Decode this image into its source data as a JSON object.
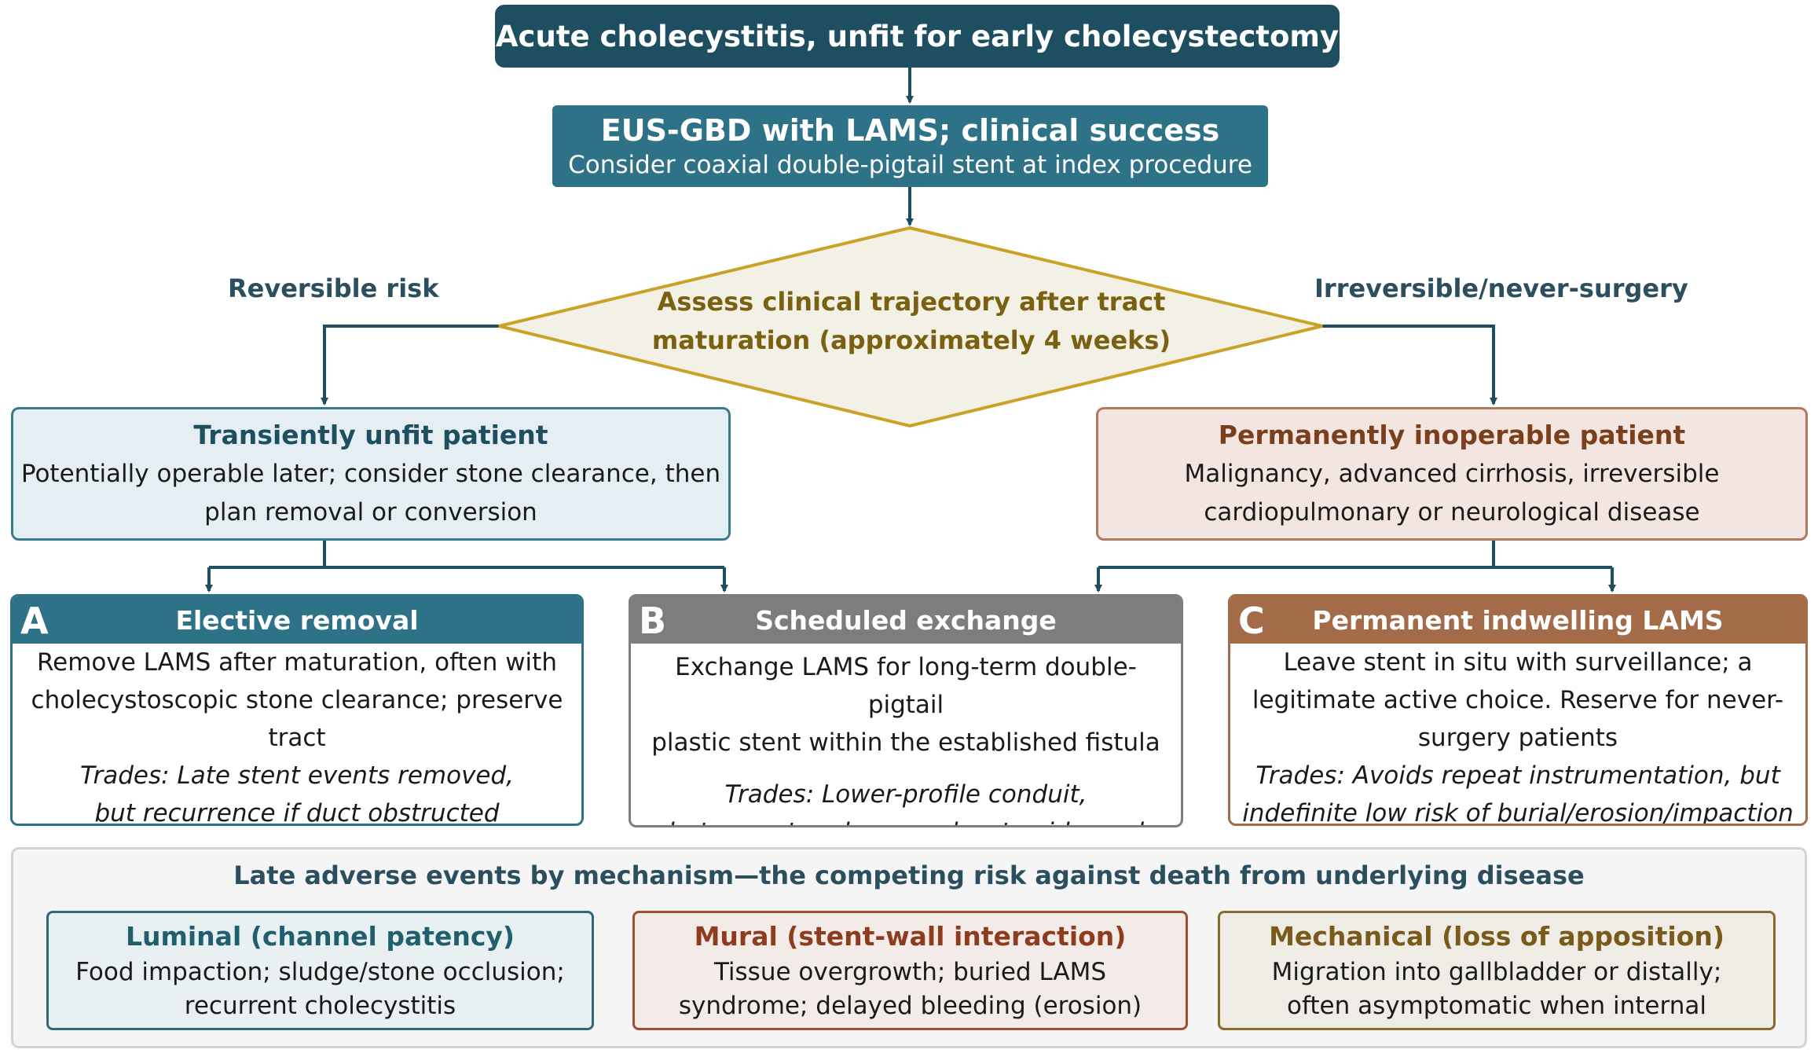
{
  "top": {
    "title": "Acute cholecystitis, unfit for early cholecystectomy"
  },
  "eus": {
    "title": "EUS-GBD with LAMS; clinical success",
    "subtitle": "Consider coaxial double-pigtail stent at index procedure"
  },
  "decision": {
    "line1": "Assess clinical trajectory after tract",
    "line2": "maturation (approximately 4 weeks)",
    "left_label": "Reversible risk",
    "right_label": "Irreversible/never-surgery"
  },
  "transient": {
    "title": "Transiently unfit patient",
    "line1": "Potentially operable later; consider stone clearance, then",
    "line2": "plan removal or conversion"
  },
  "permanent": {
    "title": "Permanently inoperable patient",
    "line1": "Malignancy, advanced cirrhosis, irreversible",
    "line2": "cardiopulmonary or neurological disease"
  },
  "options": {
    "a": {
      "letter": "A",
      "title": "Elective removal",
      "body1": "Remove LAMS after maturation, often with",
      "body2": "cholecystoscopic stone clearance; preserve",
      "body3": "tract",
      "trade1": "Trades: Late stent events removed,",
      "trade2": "but recurrence if duct obstructed"
    },
    "b": {
      "letter": "B",
      "title": "Scheduled exchange",
      "body1": "Exchange LAMS for long-term double-pigtail",
      "body2": "plastic stent within the established fistula",
      "trade1": "Trades: Lower-profile conduit,",
      "trade2": "but repeat endoscopy; least evidenced"
    },
    "c": {
      "letter": "C",
      "title": "Permanent indwelling LAMS",
      "body1": "Leave stent in situ with surveillance; a",
      "body2": "legitimate active choice. Reserve for never-",
      "body3": "surgery patients",
      "trade1": "Trades: Avoids repeat instrumentation, but",
      "trade2": "indefinite low risk of burial/erosion/impaction"
    }
  },
  "events": {
    "title": "Late adverse events by mechanism—the competing risk against death from underlying disease",
    "luminal": {
      "title": "Luminal (channel patency)",
      "line1": "Food impaction; sludge/stone occlusion;",
      "line2": "recurrent cholecystitis"
    },
    "mural": {
      "title": "Mural (stent-wall interaction)",
      "line1": "Tissue overgrowth; buried LAMS",
      "line2": "syndrome; delayed bleeding (erosion)"
    },
    "mechanical": {
      "title": "Mechanical (loss of apposition)",
      "line1": "Migration into gallbladder or distally;",
      "line2": "often asymptomatic when internal"
    }
  },
  "colors": {
    "dark_teal": "#1e4f60",
    "teal": "#2e7288",
    "gold": "#c9a227",
    "brown": "#a46b48",
    "gray": "#7d7d7d"
  }
}
